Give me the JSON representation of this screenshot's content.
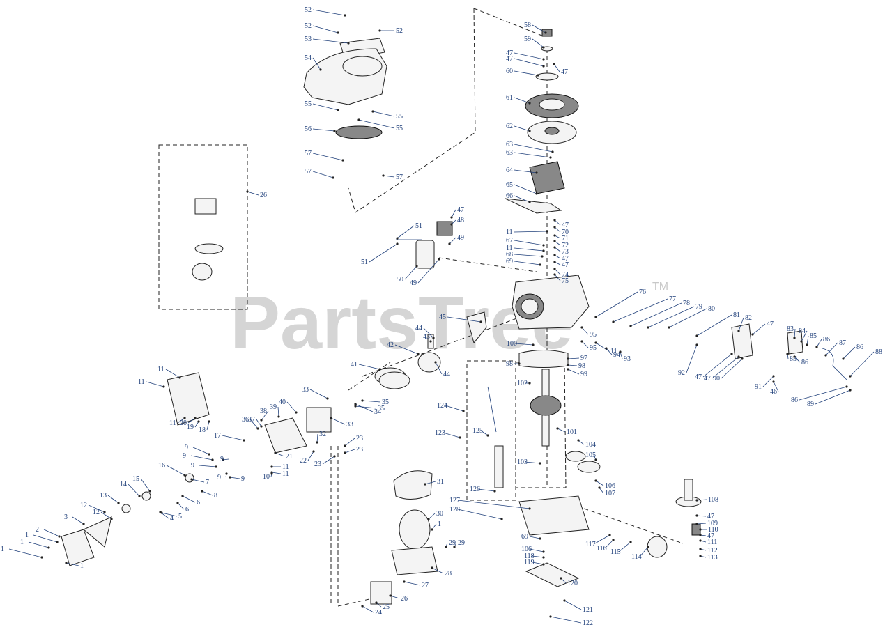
{
  "watermark": {
    "text": "PartsTree",
    "tm": "TM"
  },
  "callouts": [
    {
      "n": "52"
    },
    {
      "n": "52"
    },
    {
      "n": "52"
    },
    {
      "n": "53"
    },
    {
      "n": "54"
    },
    {
      "n": "55"
    },
    {
      "n": "55"
    },
    {
      "n": "55"
    },
    {
      "n": "56"
    },
    {
      "n": "57"
    },
    {
      "n": "57"
    },
    {
      "n": "57"
    },
    {
      "n": "58"
    },
    {
      "n": "59"
    },
    {
      "n": "47"
    },
    {
      "n": "47"
    },
    {
      "n": "47"
    },
    {
      "n": "60"
    },
    {
      "n": "61"
    },
    {
      "n": "62"
    },
    {
      "n": "63"
    },
    {
      "n": "63"
    },
    {
      "n": "64"
    },
    {
      "n": "65"
    },
    {
      "n": "66"
    },
    {
      "n": "47"
    },
    {
      "n": "48"
    },
    {
      "n": "51"
    },
    {
      "n": "49"
    },
    {
      "n": "51"
    },
    {
      "n": "50"
    },
    {
      "n": "49"
    },
    {
      "n": "11"
    },
    {
      "n": "67"
    },
    {
      "n": "11"
    },
    {
      "n": "68"
    },
    {
      "n": "69"
    },
    {
      "n": "47"
    },
    {
      "n": "70"
    },
    {
      "n": "71"
    },
    {
      "n": "72"
    },
    {
      "n": "73"
    },
    {
      "n": "47"
    },
    {
      "n": "47"
    },
    {
      "n": "74"
    },
    {
      "n": "75"
    },
    {
      "n": "26"
    },
    {
      "n": "76"
    },
    {
      "n": "77"
    },
    {
      "n": "78"
    },
    {
      "n": "79"
    },
    {
      "n": "80"
    },
    {
      "n": "81"
    },
    {
      "n": "82"
    },
    {
      "n": "47"
    },
    {
      "n": "83"
    },
    {
      "n": "84"
    },
    {
      "n": "85"
    },
    {
      "n": "86"
    },
    {
      "n": "87"
    },
    {
      "n": "86"
    },
    {
      "n": "88"
    },
    {
      "n": "45"
    },
    {
      "n": "44"
    },
    {
      "n": "43"
    },
    {
      "n": "42"
    },
    {
      "n": "44"
    },
    {
      "n": "41"
    },
    {
      "n": "100"
    },
    {
      "n": "95"
    },
    {
      "n": "95"
    },
    {
      "n": "11"
    },
    {
      "n": "94"
    },
    {
      "n": "93"
    },
    {
      "n": "92"
    },
    {
      "n": "47"
    },
    {
      "n": "47"
    },
    {
      "n": "90"
    },
    {
      "n": "85"
    },
    {
      "n": "86"
    },
    {
      "n": "91"
    },
    {
      "n": "46"
    },
    {
      "n": "86"
    },
    {
      "n": "89"
    },
    {
      "n": "97"
    },
    {
      "n": "98"
    },
    {
      "n": "98"
    },
    {
      "n": "99"
    },
    {
      "n": "102"
    },
    {
      "n": "11"
    },
    {
      "n": "11"
    },
    {
      "n": "11"
    },
    {
      "n": "20"
    },
    {
      "n": "19"
    },
    {
      "n": "18"
    },
    {
      "n": "33"
    },
    {
      "n": "35"
    },
    {
      "n": "34"
    },
    {
      "n": "35"
    },
    {
      "n": "33"
    },
    {
      "n": "38"
    },
    {
      "n": "39"
    },
    {
      "n": "40"
    },
    {
      "n": "37"
    },
    {
      "n": "36"
    },
    {
      "n": "124"
    },
    {
      "n": "17"
    },
    {
      "n": "32"
    },
    {
      "n": "23"
    },
    {
      "n": "23"
    },
    {
      "n": "22"
    },
    {
      "n": "23"
    },
    {
      "n": "21"
    },
    {
      "n": "123"
    },
    {
      "n": "125"
    },
    {
      "n": "101"
    },
    {
      "n": "104"
    },
    {
      "n": "105"
    },
    {
      "n": "103"
    },
    {
      "n": "9"
    },
    {
      "n": "9"
    },
    {
      "n": "9"
    },
    {
      "n": "9"
    },
    {
      "n": "9"
    },
    {
      "n": "11"
    },
    {
      "n": "11"
    },
    {
      "n": "10"
    },
    {
      "n": "16"
    },
    {
      "n": "9"
    },
    {
      "n": "7"
    },
    {
      "n": "8"
    },
    {
      "n": "6"
    },
    {
      "n": "6"
    },
    {
      "n": "5"
    },
    {
      "n": "15"
    },
    {
      "n": "14"
    },
    {
      "n": "13"
    },
    {
      "n": "12"
    },
    {
      "n": "12"
    },
    {
      "n": "3"
    },
    {
      "n": "4"
    },
    {
      "n": "31"
    },
    {
      "n": "126"
    },
    {
      "n": "106"
    },
    {
      "n": "107"
    },
    {
      "n": "108"
    },
    {
      "n": "127"
    },
    {
      "n": "128"
    },
    {
      "n": "30"
    },
    {
      "n": "1"
    },
    {
      "n": "29"
    },
    {
      "n": "29"
    },
    {
      "n": "2"
    },
    {
      "n": "1"
    },
    {
      "n": "1"
    },
    {
      "n": "1"
    },
    {
      "n": "1"
    },
    {
      "n": "28"
    },
    {
      "n": "27"
    },
    {
      "n": "69"
    },
    {
      "n": "117"
    },
    {
      "n": "116"
    },
    {
      "n": "115"
    },
    {
      "n": "114"
    },
    {
      "n": "109"
    },
    {
      "n": "110"
    },
    {
      "n": "47"
    },
    {
      "n": "111"
    },
    {
      "n": "112"
    },
    {
      "n": "113"
    },
    {
      "n": "106"
    },
    {
      "n": "118"
    },
    {
      "n": "119"
    },
    {
      "n": "120"
    },
    {
      "n": "26"
    },
    {
      "n": "25"
    },
    {
      "n": "24"
    },
    {
      "n": "121"
    },
    {
      "n": "122"
    },
    {
      "n": "47"
    }
  ]
}
